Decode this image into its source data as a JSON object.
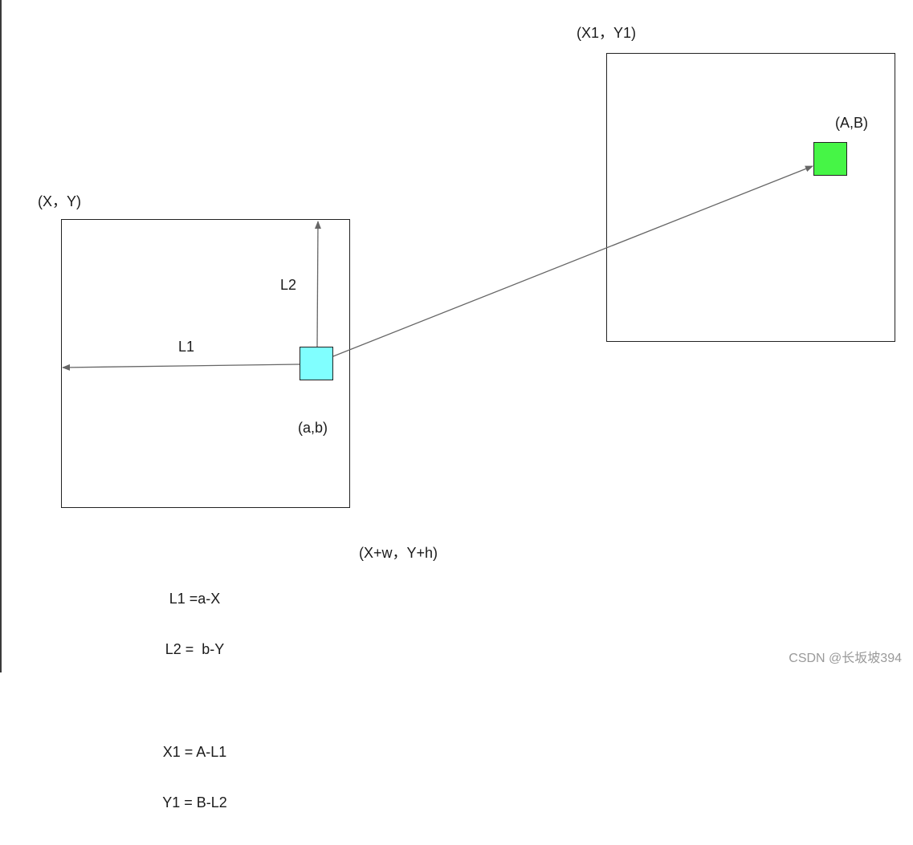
{
  "colors": {
    "source_marker_fill": "#80FFFF",
    "target_marker_fill": "#46F546",
    "arrow": "#666666",
    "frame": "#222222"
  },
  "labels": {
    "source_origin": "(X，Y)",
    "target_origin": "(X1，Y1)",
    "source_corner": "(X+w，Y+h)",
    "source_point": "(a,b)",
    "target_point": "(A,B)",
    "l1": "L1",
    "l2": "L2"
  },
  "formulas": {
    "l1": "L1 =a-X",
    "l2": "L2 =  b-Y",
    "x1": "X1 = A-L1",
    "y1": "Y1 = B-L2"
  },
  "watermark": "CSDN @长坂坡394"
}
